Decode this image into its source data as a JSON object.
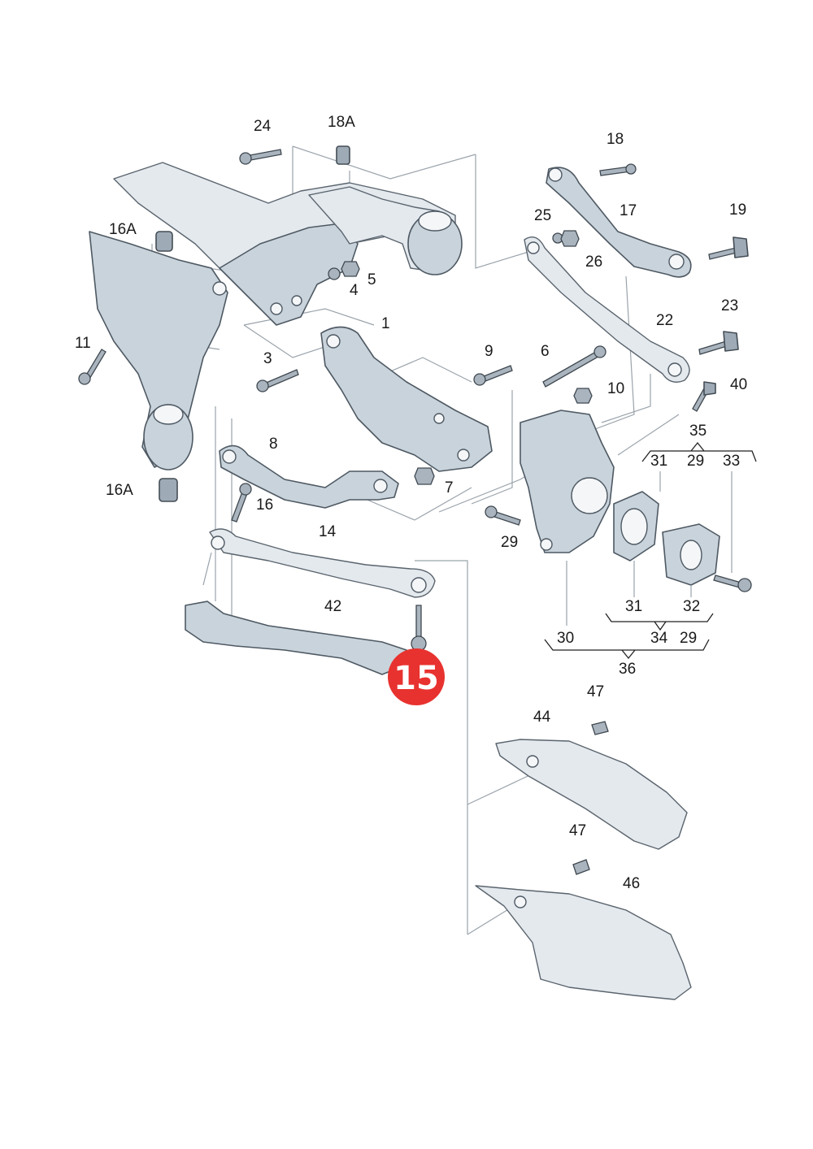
{
  "labels": {
    "l24": "24",
    "l18A": "18A",
    "l18": "18",
    "l16A_top": "16A",
    "l16A_bot": "16A",
    "l25": "25",
    "l17": "17",
    "l19": "19",
    "l26": "26",
    "l5": "5",
    "l4": "4",
    "l1": "1",
    "l22": "22",
    "l23": "23",
    "l11": "11",
    "l3": "3",
    "l9": "9",
    "l6": "6",
    "l10": "10",
    "l40": "40",
    "l35": "35",
    "l8": "8",
    "l31_top": "31",
    "l29_top": "29",
    "l33": "33",
    "l7": "7",
    "l16": "16",
    "l29_mid": "29",
    "l14": "14",
    "l42": "42",
    "l31_bot": "31",
    "l32": "32",
    "l30": "30",
    "l34": "34",
    "l29_bot": "29",
    "l36": "36",
    "l47_top": "47",
    "l44": "44",
    "l47_bot": "47",
    "l46": "46"
  },
  "badge": {
    "label": "15",
    "color": "#e8322f"
  },
  "colors": {
    "part_fill": "#c9d3db",
    "part_stroke": "#4e5963",
    "leader": "#9aa3ab"
  }
}
